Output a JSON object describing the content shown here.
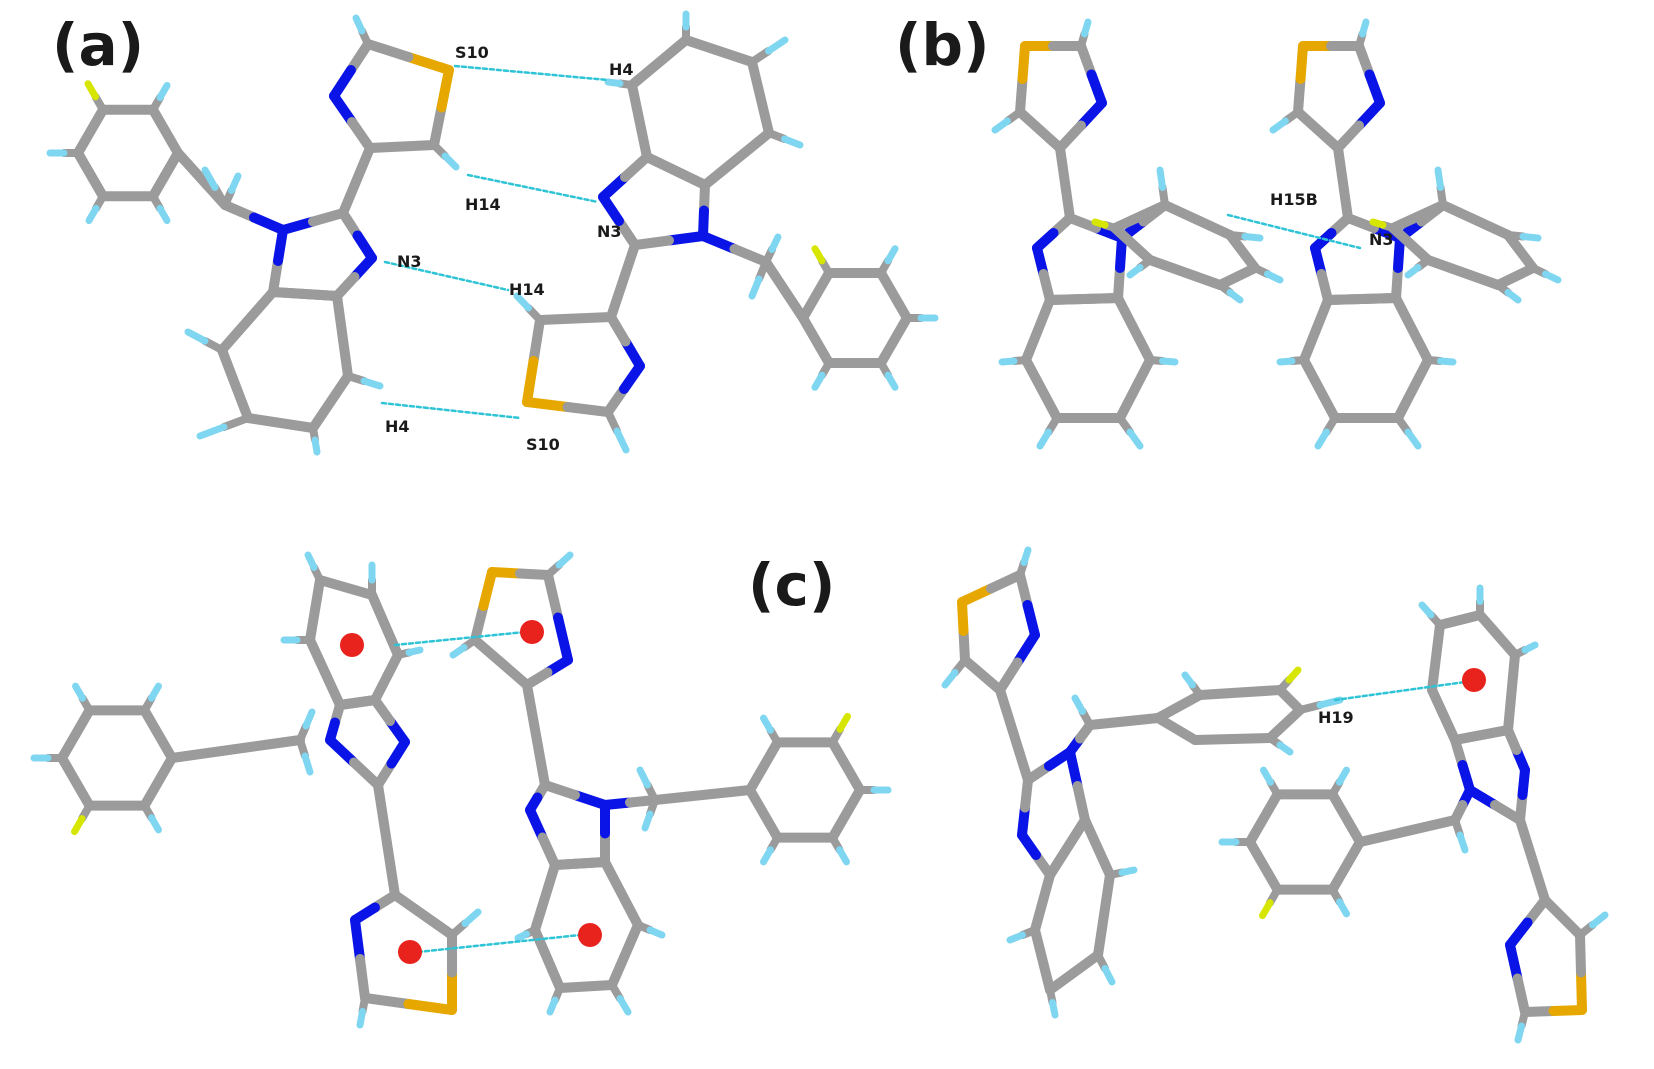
{
  "colors": {
    "carbon": "#9b9b9b",
    "nitrogen": "#0a14e6",
    "sulfur": "#e6a800",
    "fluorine": "#d6e600",
    "hydrogen": "#7fd6f0",
    "contact": "#2ec4d6",
    "centroid": "#e8231e",
    "label": "#1a1a1a"
  },
  "panels": [
    {
      "id": "a",
      "label": "(a)"
    },
    {
      "id": "b",
      "label": "(b)"
    },
    {
      "id": "c",
      "label": "(c)"
    }
  ],
  "atom_labels": [
    "S10",
    "H4",
    "H14",
    "N3",
    "N3",
    "H14",
    "H4",
    "S10",
    "H15B",
    "N3",
    "H19"
  ],
  "contacts": {
    "panel_a": [
      {
        "from": "S10",
        "to": "H4"
      },
      {
        "from": "H14",
        "to": "N3"
      },
      {
        "from": "N3",
        "to": "H14"
      },
      {
        "from": "H4",
        "to": "S10"
      }
    ],
    "panel_b": [
      {
        "from": "H15B",
        "to": "N3"
      }
    ],
    "panel_c": [
      {
        "type": "pi-stacking",
        "count": 2
      },
      {
        "from": "H19",
        "to": "ring centroid"
      }
    ]
  }
}
